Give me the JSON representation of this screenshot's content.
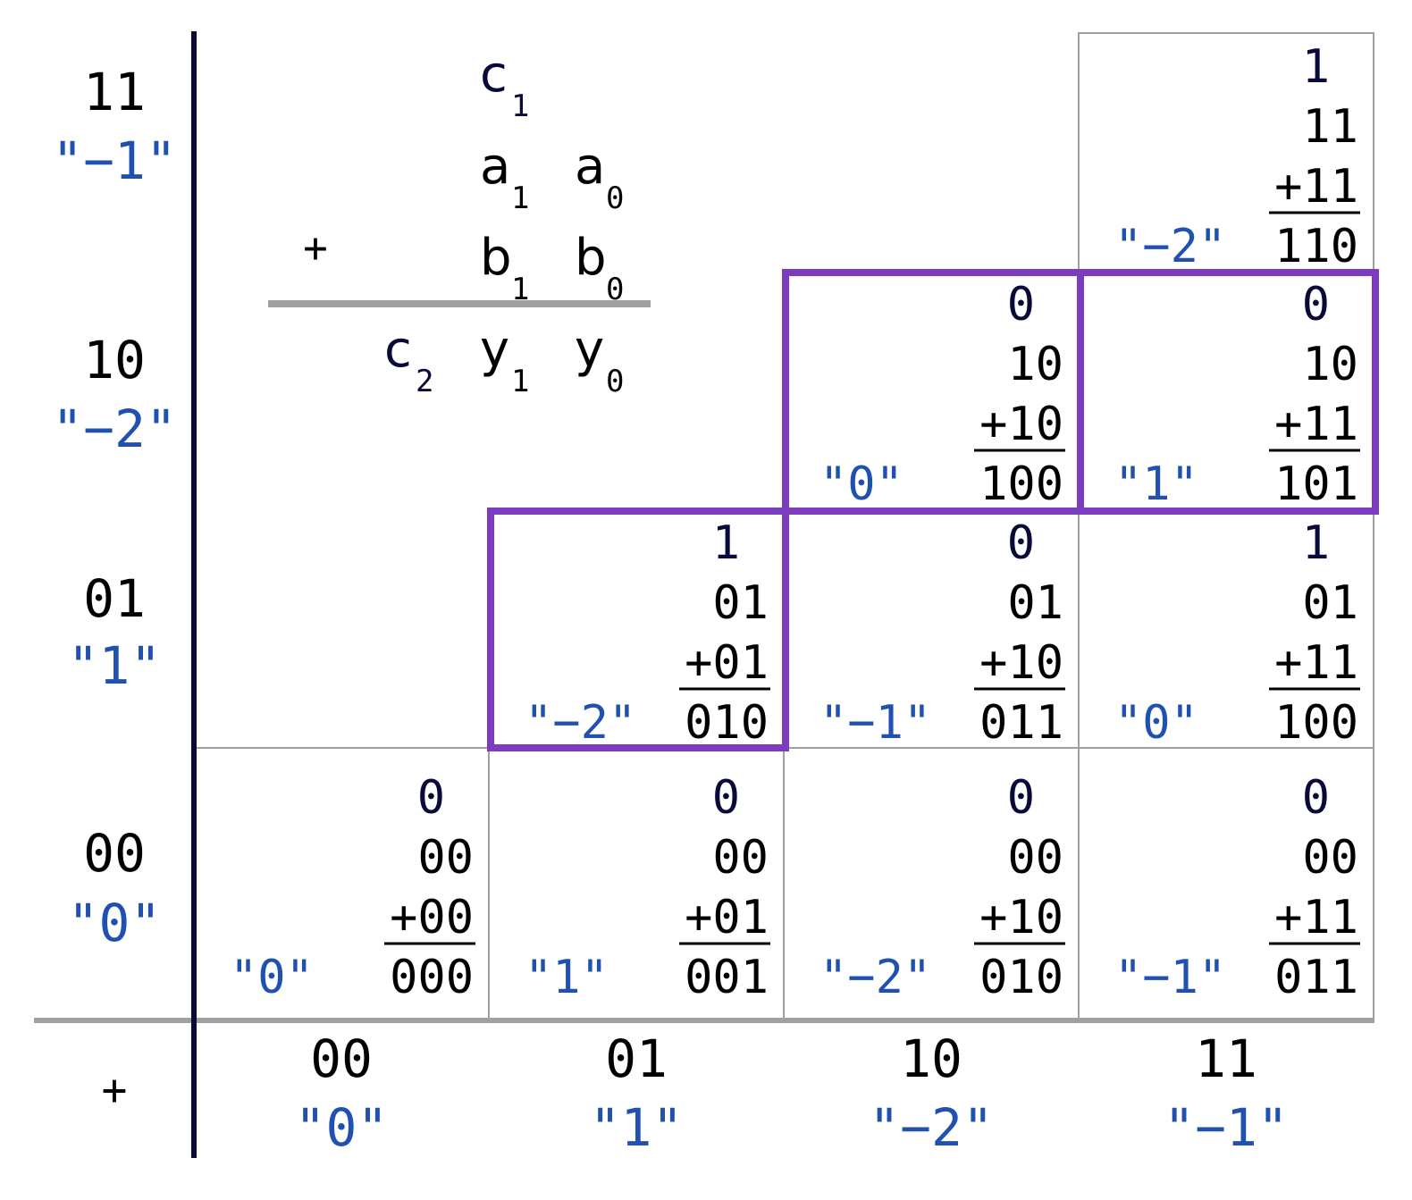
{
  "colors": {
    "text": "#000000",
    "carry": "#0a0a3a",
    "value_label": "#2050b0",
    "grid": "#a0a0a0",
    "axis": "#0a0a30",
    "highlight": "#7b3cc0"
  },
  "corner": "+",
  "formula": {
    "plus": "+",
    "carry_in": {
      "letter": "c",
      "sub": "1"
    },
    "a": [
      {
        "letter": "a",
        "sub": "1"
      },
      {
        "letter": "a",
        "sub": "0"
      }
    ],
    "b": [
      {
        "letter": "b",
        "sub": "1"
      },
      {
        "letter": "b",
        "sub": "0"
      }
    ],
    "result": [
      {
        "letter": "c",
        "sub": "2"
      },
      {
        "letter": "y",
        "sub": "1"
      },
      {
        "letter": "y",
        "sub": "0"
      }
    ]
  },
  "row_headers": [
    {
      "bits": "00",
      "value": "\"0\""
    },
    {
      "bits": "01",
      "value": "\"1\""
    },
    {
      "bits": "10",
      "value": "\"−2\""
    },
    {
      "bits": "11",
      "value": "\"−1\""
    }
  ],
  "col_headers": [
    {
      "bits": "00",
      "value": "\"0\""
    },
    {
      "bits": "01",
      "value": "\"1\""
    },
    {
      "bits": "10",
      "value": "\"−2\""
    },
    {
      "bits": "11",
      "value": "\"−1\""
    }
  ],
  "cells": [
    {
      "row": "00",
      "col": "00",
      "carry": "0",
      "a": "00",
      "b": "+00",
      "sum": "000",
      "value": "\"0\"",
      "highlighted": false
    },
    {
      "row": "00",
      "col": "01",
      "carry": "0",
      "a": "00",
      "b": "+01",
      "sum": "001",
      "value": "\"1\"",
      "highlighted": false
    },
    {
      "row": "00",
      "col": "10",
      "carry": "0",
      "a": "00",
      "b": "+10",
      "sum": "010",
      "value": "\"−2\"",
      "highlighted": false
    },
    {
      "row": "00",
      "col": "11",
      "carry": "0",
      "a": "00",
      "b": "+11",
      "sum": "011",
      "value": "\"−1\"",
      "highlighted": false
    },
    {
      "row": "01",
      "col": "01",
      "carry": "1",
      "a": "01",
      "b": "+01",
      "sum": "010",
      "value": "\"−2\"",
      "highlighted": true
    },
    {
      "row": "01",
      "col": "10",
      "carry": "0",
      "a": "01",
      "b": "+10",
      "sum": "011",
      "value": "\"−1\"",
      "highlighted": false
    },
    {
      "row": "01",
      "col": "11",
      "carry": "1",
      "a": "01",
      "b": "+11",
      "sum": "100",
      "value": "\"0\"",
      "highlighted": false
    },
    {
      "row": "10",
      "col": "10",
      "carry": "0",
      "a": "10",
      "b": "+10",
      "sum": "100",
      "value": "\"0\"",
      "highlighted": true
    },
    {
      "row": "10",
      "col": "11",
      "carry": "0",
      "a": "10",
      "b": "+11",
      "sum": "101",
      "value": "\"1\"",
      "highlighted": true
    },
    {
      "row": "11",
      "col": "11",
      "carry": "1",
      "a": "11",
      "b": "+11",
      "sum": "110",
      "value": "\"−2\"",
      "highlighted": false
    }
  ]
}
